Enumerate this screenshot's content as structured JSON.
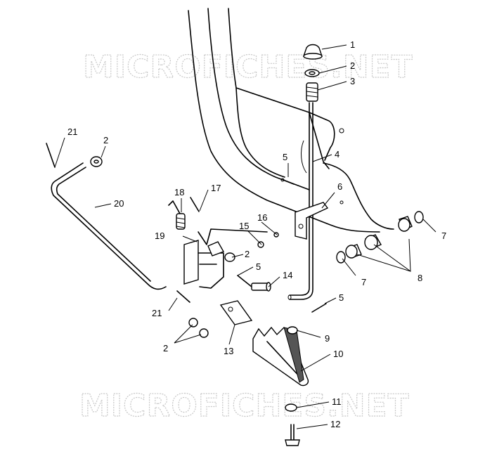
{
  "watermark": {
    "top": "MICROFICHES.NET",
    "bottom": "MICROFICHES.NET"
  },
  "callouts": [
    {
      "id": "c1",
      "label": "1"
    },
    {
      "id": "c2a",
      "label": "2"
    },
    {
      "id": "c3",
      "label": "3"
    },
    {
      "id": "c4",
      "label": "4"
    },
    {
      "id": "c5a",
      "label": "5"
    },
    {
      "id": "c6",
      "label": "6"
    },
    {
      "id": "c7a",
      "label": "7"
    },
    {
      "id": "c21a",
      "label": "21"
    },
    {
      "id": "c2b",
      "label": "2"
    },
    {
      "id": "c20",
      "label": "20"
    },
    {
      "id": "c18",
      "label": "18"
    },
    {
      "id": "c17",
      "label": "17"
    },
    {
      "id": "c16",
      "label": "16"
    },
    {
      "id": "c15",
      "label": "15"
    },
    {
      "id": "c19",
      "label": "19"
    },
    {
      "id": "c2c",
      "label": "2"
    },
    {
      "id": "c5b",
      "label": "5"
    },
    {
      "id": "c14",
      "label": "14"
    },
    {
      "id": "c7b",
      "label": "7"
    },
    {
      "id": "c8",
      "label": "8"
    },
    {
      "id": "c5c",
      "label": "5"
    },
    {
      "id": "c21b",
      "label": "21"
    },
    {
      "id": "c2d",
      "label": "2"
    },
    {
      "id": "c13",
      "label": "13"
    },
    {
      "id": "c9",
      "label": "9"
    },
    {
      "id": "c10",
      "label": "10"
    },
    {
      "id": "c11",
      "label": "11"
    },
    {
      "id": "c12",
      "label": "12"
    }
  ]
}
